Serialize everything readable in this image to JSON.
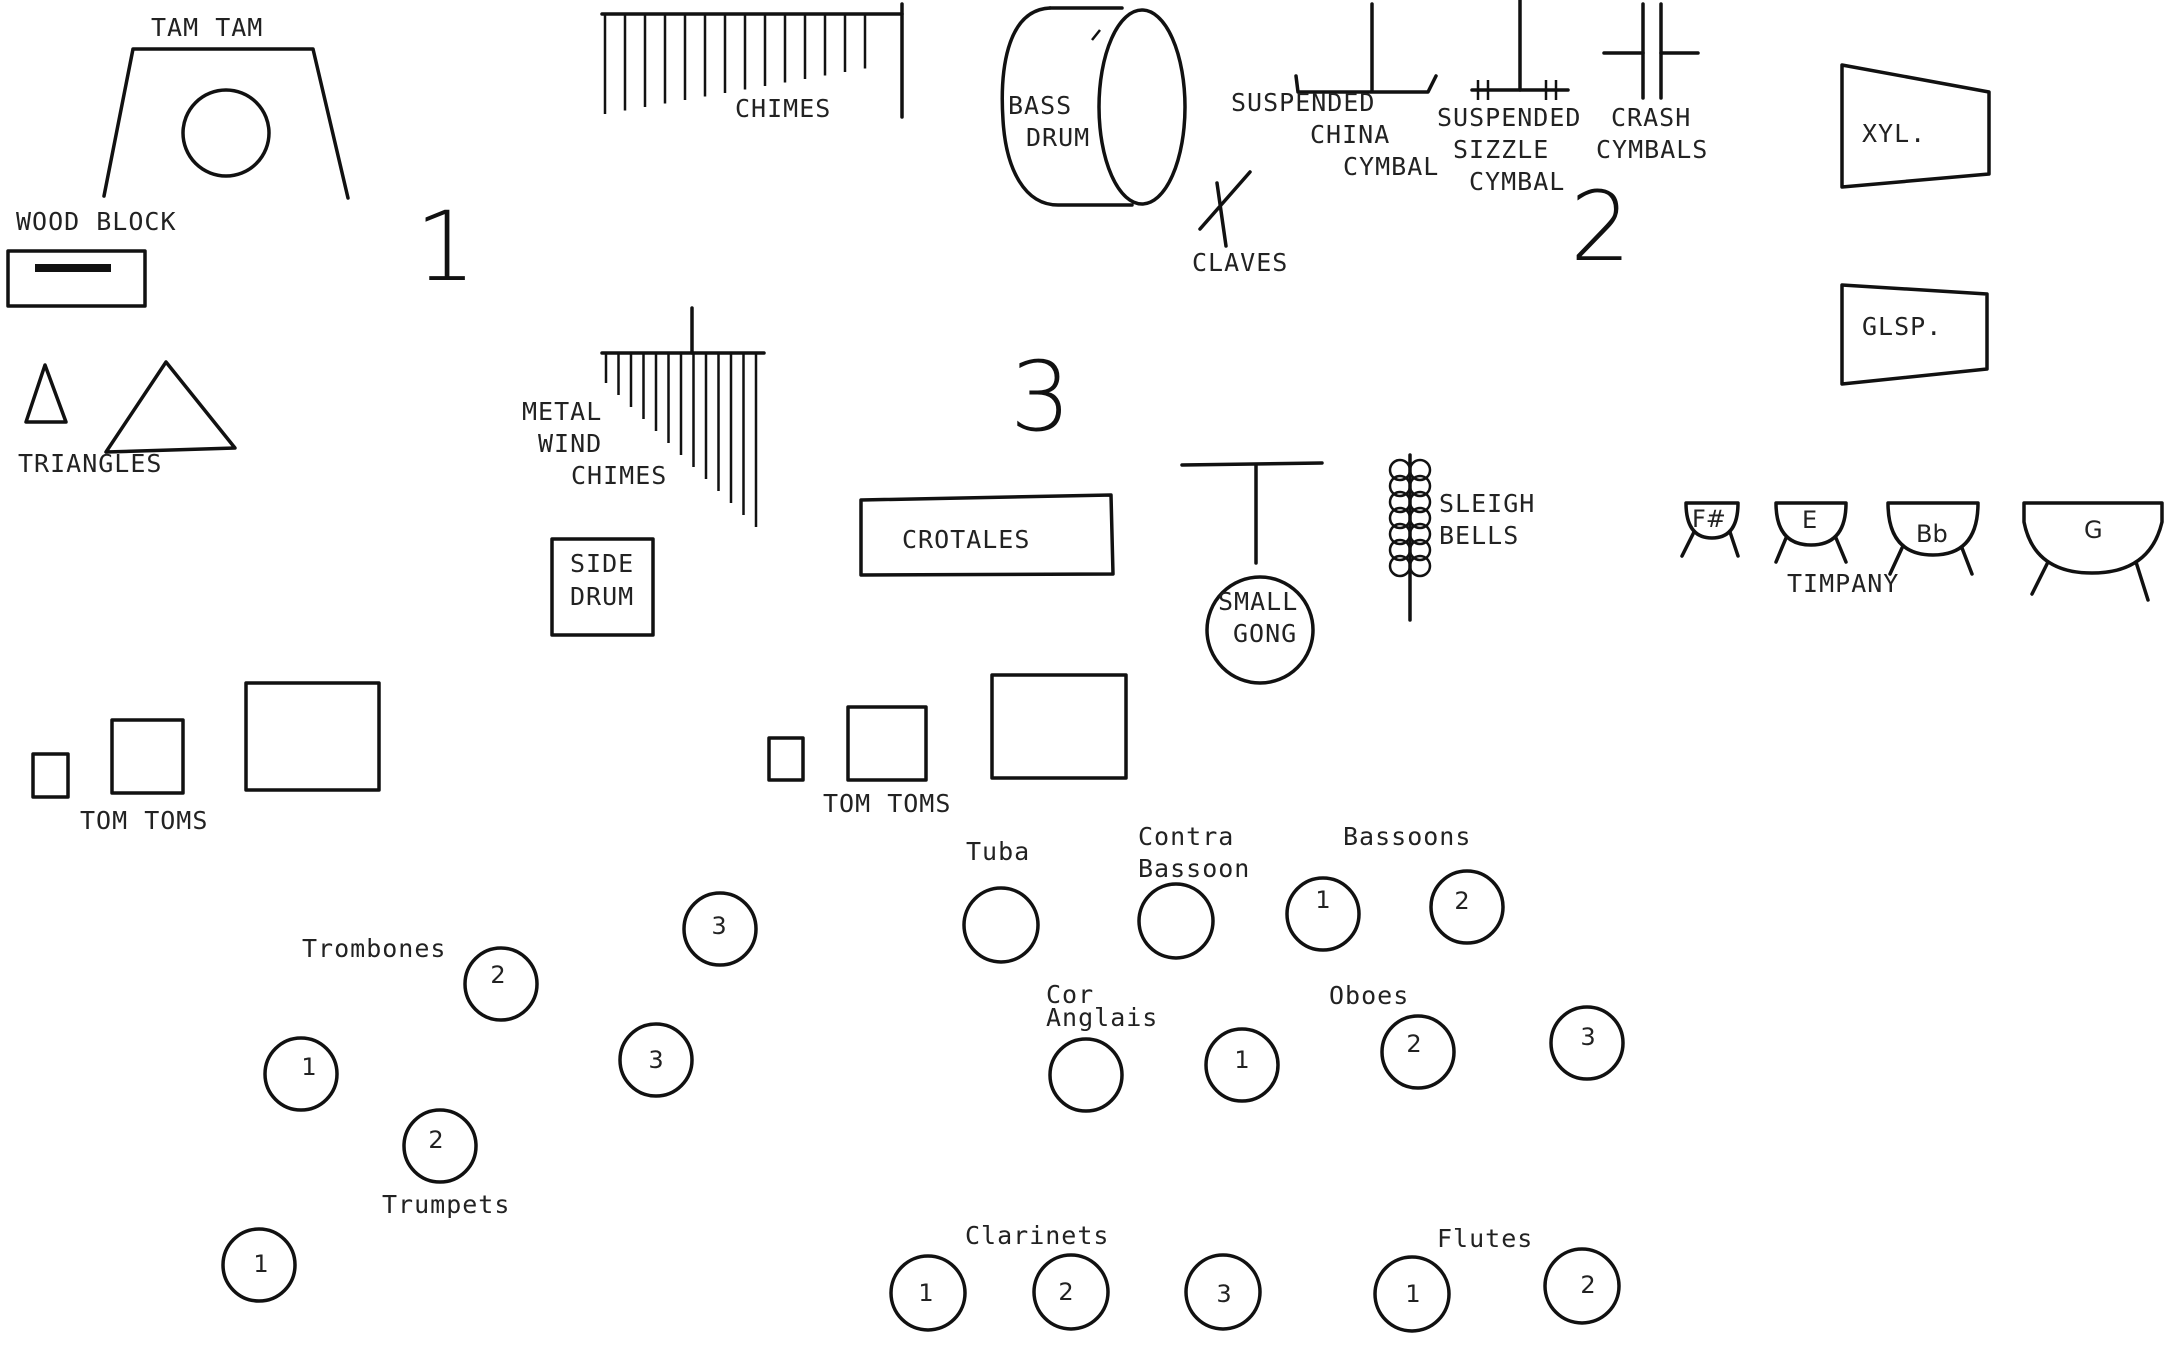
{
  "percussion": {
    "tam_tam": "TAM TAM",
    "wood_block": "WOOD BLOCK",
    "triangles": "TRIANGLES",
    "chimes": "CHIMES",
    "metal_wind_chimes": [
      "METAL",
      "WIND",
      "CHIMES"
    ],
    "side_drum": [
      "SIDE",
      "DRUM"
    ],
    "bass_drum": [
      "BASS",
      "DRUM"
    ],
    "claves": "CLAVES",
    "suspended_china_cymbal": [
      "SUSPENDED",
      "CHINA",
      "CYMBAL"
    ],
    "suspended_sizzle_cymbal": [
      "SUSPENDED",
      "SIZZLE",
      "CYMBAL"
    ],
    "crash_cymbals": [
      "CRASH",
      "CYMBALS"
    ],
    "xylophone": "XYL.",
    "glockenspiel": "GLSP.",
    "crotales": "CROTALES",
    "small_gong": [
      "SMALL",
      "GONG"
    ],
    "sleigh_bells": [
      "SLEIGH",
      "BELLS"
    ],
    "timpany": "TIMPANY",
    "timpani_pitches": [
      "F#",
      "E",
      "Bb",
      "G"
    ],
    "tom_toms_left": "TOM TOMS",
    "tom_toms_center": "TOM TOMS"
  },
  "players": {
    "p1": "1",
    "p2": "2",
    "p3": "3"
  },
  "winds": {
    "tuba": "Tuba",
    "contra_bassoon": [
      "Contra",
      "Bassoon"
    ],
    "bassoons": "Bassoons",
    "cor_anglais": [
      "Cor",
      "Anglais"
    ],
    "oboes": "Oboes",
    "clarinets": "Clarinets",
    "flutes": "Flutes"
  },
  "brass": {
    "trombones": "Trombones",
    "trumpets": "Trumpets"
  },
  "seat_numbers": {
    "one": "1",
    "two": "2",
    "three": "3"
  }
}
